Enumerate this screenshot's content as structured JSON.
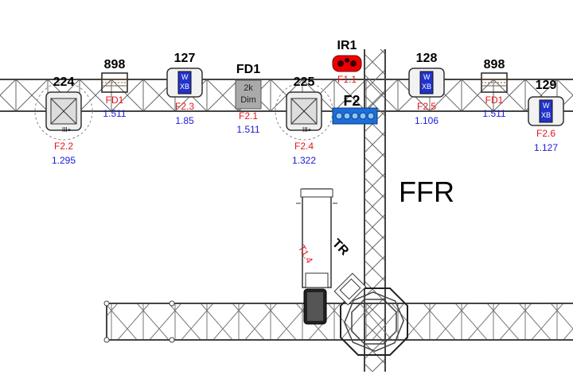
{
  "fixtures": [
    {
      "id": "f-224",
      "number": "224",
      "circuit": "F2.2",
      "value": "1.295",
      "kind": "moving-head"
    },
    {
      "id": "f-898a",
      "number": "898",
      "circuit": "FD1",
      "value": "1.511",
      "kind": "strip"
    },
    {
      "id": "f-127",
      "number": "127",
      "circuit": "F2.3",
      "value": "1.85",
      "kind": "wash",
      "badge_top": "W",
      "badge_bottom": "XB"
    },
    {
      "id": "f-fd1",
      "number": "FD1",
      "circuit": "F2.1",
      "value": "1.511",
      "kind": "dimmer",
      "box_top": "2k",
      "box_bottom": "Dim"
    },
    {
      "id": "f-225",
      "number": "225",
      "circuit": "F2.4",
      "value": "1.322",
      "kind": "moving-head"
    },
    {
      "id": "f-ir1",
      "number": "IR1",
      "circuit": "F1.1",
      "value": "",
      "kind": "ir"
    },
    {
      "id": "f-128",
      "number": "128",
      "circuit": "F2.5",
      "value": "1.106",
      "kind": "wash",
      "badge_top": "W",
      "badge_bottom": "XB"
    },
    {
      "id": "f-898b",
      "number": "898",
      "circuit": "FD1",
      "value": "1.511",
      "kind": "strip"
    },
    {
      "id": "f-129",
      "number": "129",
      "circuit": "F2.6",
      "value": "1.127",
      "kind": "wash",
      "badge_top": "W",
      "badge_bottom": "XB"
    }
  ],
  "labels": {
    "f2": "F2",
    "ffr": "FFR",
    "tr": "TR",
    "t14": "T1.4"
  }
}
